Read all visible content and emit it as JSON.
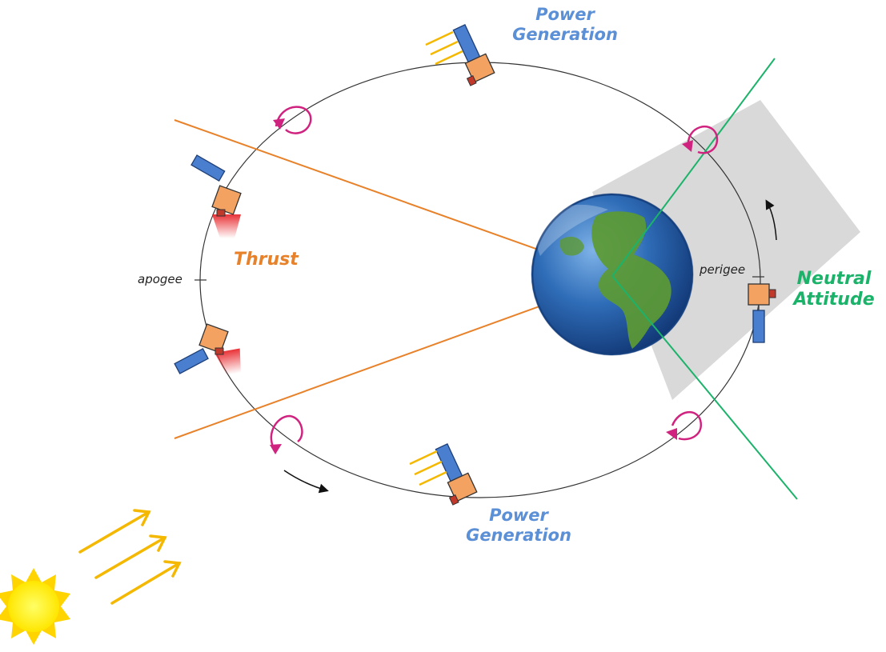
{
  "labels": {
    "power_top_line1": "Power",
    "power_top_line2": "Generation",
    "power_bottom_line1": "Power",
    "power_bottom_line2": "Generation",
    "thrust": "Thrust",
    "neutral_line1": "Neutral",
    "neutral_line2": "Attitude",
    "apogee": "apogee",
    "perigee": "perigee"
  },
  "colors": {
    "power": "#5b8fd6",
    "thrust": "#e8822a",
    "neutral": "#1bb36a",
    "orbit": "#333333",
    "rotation_arrow": "#d0237f",
    "sun": "#ffee00",
    "sun_rays": "#f5b800",
    "satellite_body": "#f4a261",
    "solar_panel": "#4a7fd0",
    "shadow": "#d9d9d9"
  },
  "icons": {
    "sun": "sun-icon",
    "earth": "earth-icon",
    "satellite": "satellite-icon",
    "rotation": "rotation-arrow-icon"
  }
}
